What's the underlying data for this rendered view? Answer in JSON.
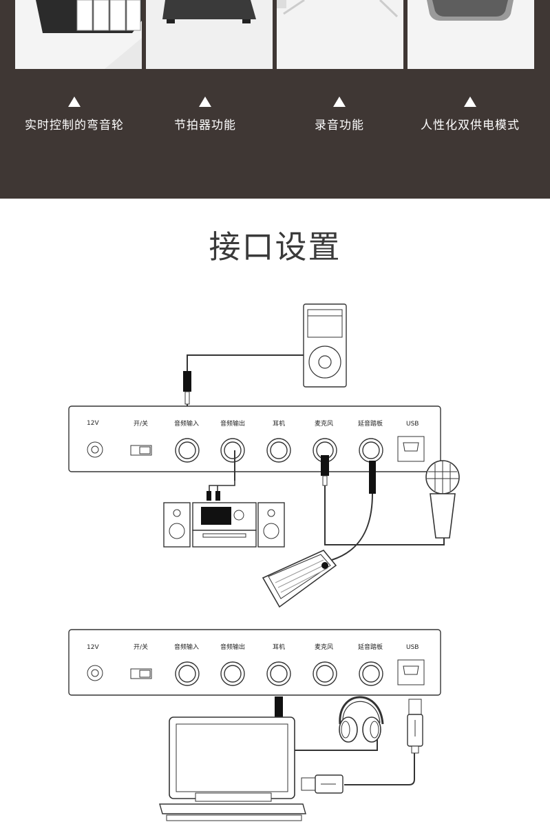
{
  "features": [
    {
      "icon": "triangle-up-icon",
      "label": "实时控制的弯音轮"
    },
    {
      "icon": "triangle-up-icon",
      "label": "节拍器功能"
    },
    {
      "icon": "triangle-up-icon",
      "label": "录音功能"
    },
    {
      "icon": "triangle-up-icon",
      "label": "人性化双供电模式"
    }
  ],
  "section": {
    "title": "接口设置"
  },
  "panel_labels": {
    "power": "12V",
    "switch": "开/关",
    "audio_in": "音频输入",
    "audio_out": "音频输出",
    "headphone": "耳机",
    "mic": "麦克风",
    "sustain": "延音踏板",
    "usb": "USB"
  },
  "colors": {
    "band": "#3f3734",
    "title": "#3a3a3a"
  }
}
